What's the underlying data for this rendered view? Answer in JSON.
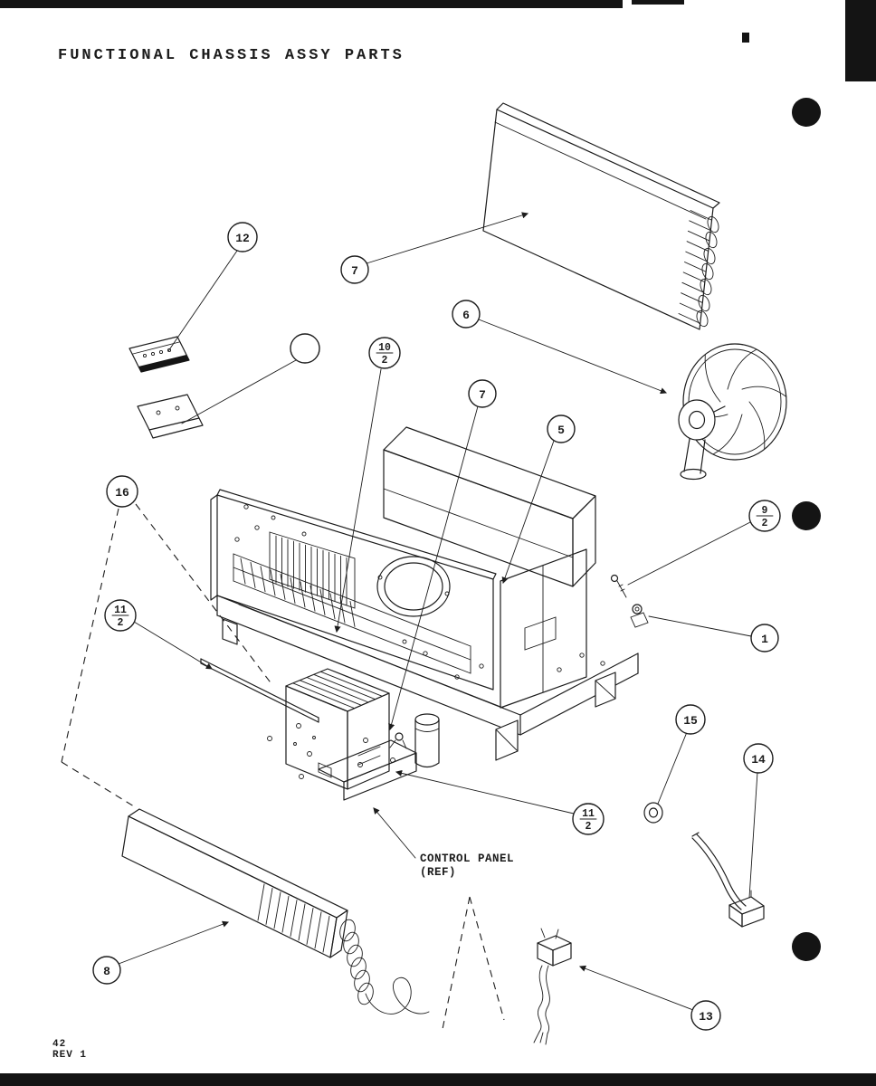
{
  "page": {
    "title": "FUNCTIONAL CHASSIS ASSY PARTS",
    "page_number": "42",
    "revision": "REV 1",
    "paper_color": "#ffffff",
    "ink_color": "#1c1c1c"
  },
  "diagram": {
    "control_panel_label": "CONTROL PANEL",
    "control_panel_ref": "(REF)",
    "callouts": [
      {
        "ref": "12"
      },
      {
        "ref": "7"
      },
      {
        "ref": "6"
      },
      {
        "ref": ""
      },
      {
        "ref_top": "10",
        "ref_bottom": "2"
      },
      {
        "ref": "7"
      },
      {
        "ref": "5"
      },
      {
        "ref": "16"
      },
      {
        "ref_top": "9",
        "ref_bottom": "2"
      },
      {
        "ref_top": "11",
        "ref_bottom": "2"
      },
      {
        "ref": "1"
      },
      {
        "ref": "15"
      },
      {
        "ref": "14"
      },
      {
        "ref_top": "11",
        "ref_bottom": "2"
      },
      {
        "ref": "8"
      },
      {
        "ref": "13"
      }
    ]
  }
}
